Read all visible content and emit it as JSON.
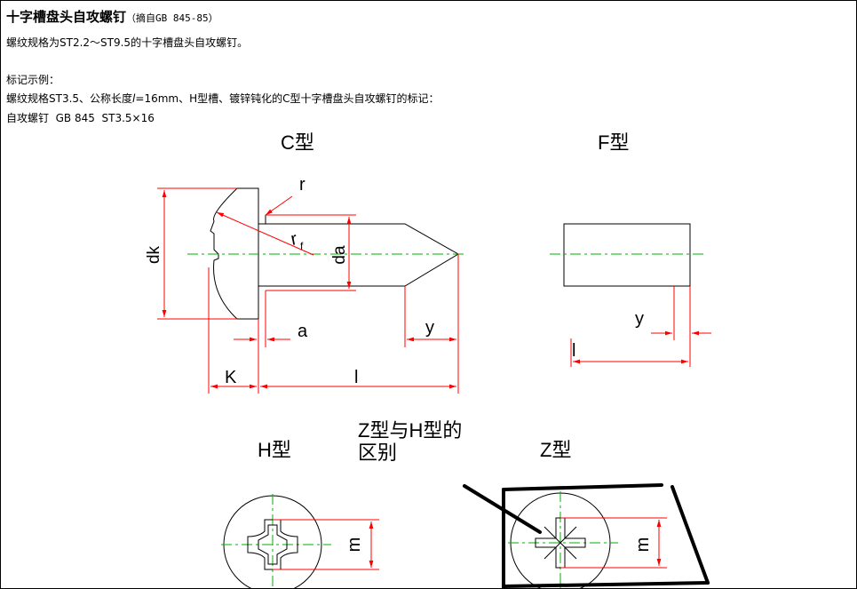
{
  "header": {
    "title": "十字槽盘头自攻螺钉",
    "source": "（摘自GB 845-85）"
  },
  "text": {
    "spec_range": "螺纹规格为ST2.2～ST9.5的十字槽盘头自攻螺钉。",
    "example_heading": "标记示例：",
    "example_desc_before": "螺纹规格ST3.5、公称长度",
    "example_desc_var": "l",
    "example_desc_after": "=16mm、H型槽、镀锌钝化的C型十字槽盘头自攻螺钉的标记：",
    "example_mark": "自攻螺钉  GB 845  ST3.5×16"
  },
  "labels": {
    "type_c": "C型",
    "type_f": "F型",
    "type_h": "H型",
    "type_z": "Z型",
    "z_vs_h_line1": "Z型与H型的",
    "z_vs_h_line2": "区别"
  },
  "dims": {
    "r": "r",
    "rf": "r",
    "rf_sub": "f",
    "dk": "dk",
    "da": "da",
    "a": "a",
    "y": "y",
    "k": "K",
    "l": "l",
    "m": "m"
  },
  "colors": {
    "line": "#000000",
    "dimension": "#ff0000",
    "centerline": "#00b000",
    "annotation": "#000000"
  }
}
